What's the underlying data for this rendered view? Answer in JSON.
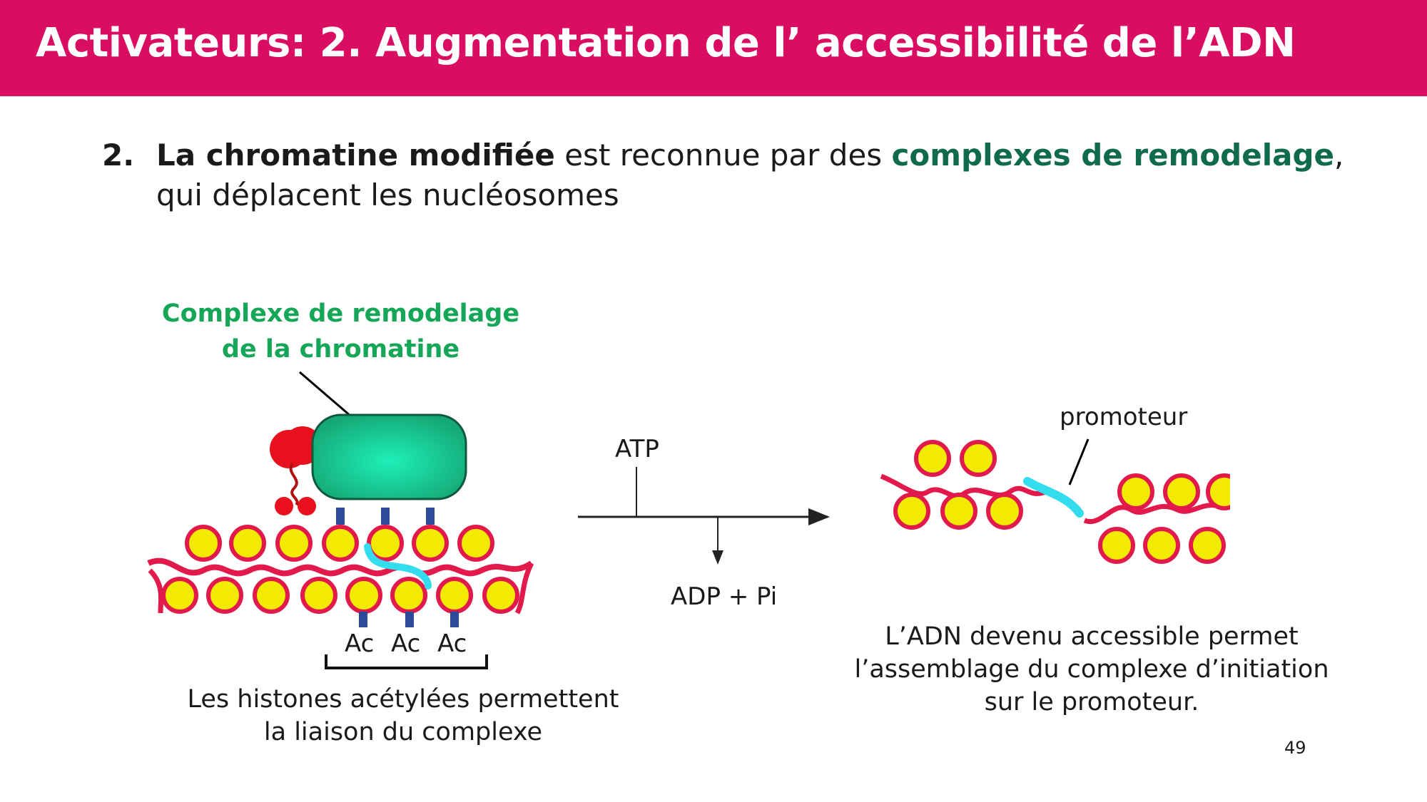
{
  "header": {
    "title": "Activateurs: 2. Augmentation de l’ accessibilité de l’ADN",
    "bar_color": "#d90d62"
  },
  "point": {
    "number": "2.",
    "bold_part": "La chromatine modifiée",
    "middle_part": " est reconnue par des ",
    "green_part": "complexes de remodelage",
    "comma": ",",
    "second_line": "qui déplacent les nucléosomes"
  },
  "diagram": {
    "complex_label_line1": "Complexe de remodelage",
    "complex_label_line2": "de la chromatine",
    "ac_labels": [
      "Ac",
      "Ac",
      "Ac"
    ],
    "left_caption_line1": "Les histones acétylées permettent",
    "left_caption_line2": "la liaison du complexe",
    "atp": "ATP",
    "adp": "ADP + Pi",
    "promoter": "promoteur",
    "right_caption_line1": "L’ADN devenu accessible permet",
    "right_caption_line2": "l’assemblage du complexe d’initiation",
    "right_caption_line3": "sur le promoteur.",
    "colors": {
      "dna": "#e11a4b",
      "nucleosome": "#f2ea00",
      "complex": "#17b985",
      "promoter": "#33ddee",
      "acetyl": "#2e4a9a"
    }
  },
  "page_number": "49"
}
